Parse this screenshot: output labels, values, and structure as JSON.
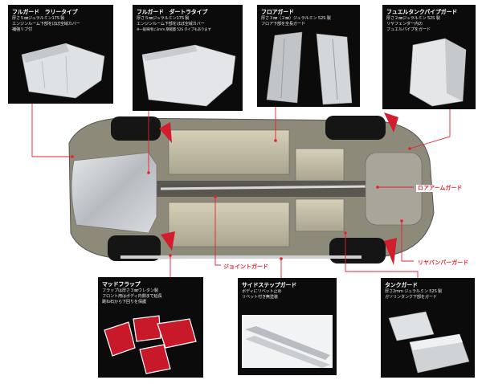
{
  "panels": {
    "rally": {
      "title": "フルガード　ラリータイプ",
      "desc": [
        "厚さ５㎜ジュラルミン17S 製",
        "エンジンルーム下部をほぼ全域カバー",
        "補強リブ付"
      ]
    },
    "dirt": {
      "title": "フルガード　ダートラタイプ",
      "desc": [
        "厚さ５㎜ジュラルミン17S 製",
        "エンジンルーム下部をほぼ全域カバー"
      ],
      "note": "※一般車用に3mm 厚軽量 52S タイプもあります"
    },
    "floor": {
      "title": "フロアガード",
      "desc": [
        "厚さ３㎜（２㎜）ジュラルミン 52S 製",
        "フロア下部を全長ガード"
      ]
    },
    "fender": {
      "title": "フュエルタンクパイプガード",
      "desc": [
        "厚さ２㎜ジュラルミン 52S 製",
        "リヤフェンダー内の",
        "フュエルパイプをガード"
      ]
    },
    "mud": {
      "title": "マッドフラップ",
      "desc": [
        "フラップは厚さ３㎜ウレタン製",
        "フロント用はボディ内側まで延長",
        "跳ね石から下回りを保護"
      ]
    },
    "side": {
      "title": "サイドステップガード",
      "desc": [
        "ボディにリベット止め",
        "リベット付き無塗装"
      ]
    },
    "tank": {
      "title": "タンクガード",
      "desc": [
        "厚さ2mm ジュラルミン 52S 製",
        "ガソリンタンク下部をガード"
      ]
    }
  },
  "callouts": {
    "rear_arm": "ロアアームガード",
    "rear_bumper": "リヤバンパーガード",
    "joint": "ジョイントガード"
  },
  "colors": {
    "accent": "#e8202e",
    "panel_bg": "#0b0b0b",
    "metal": "#c9ccd0"
  }
}
